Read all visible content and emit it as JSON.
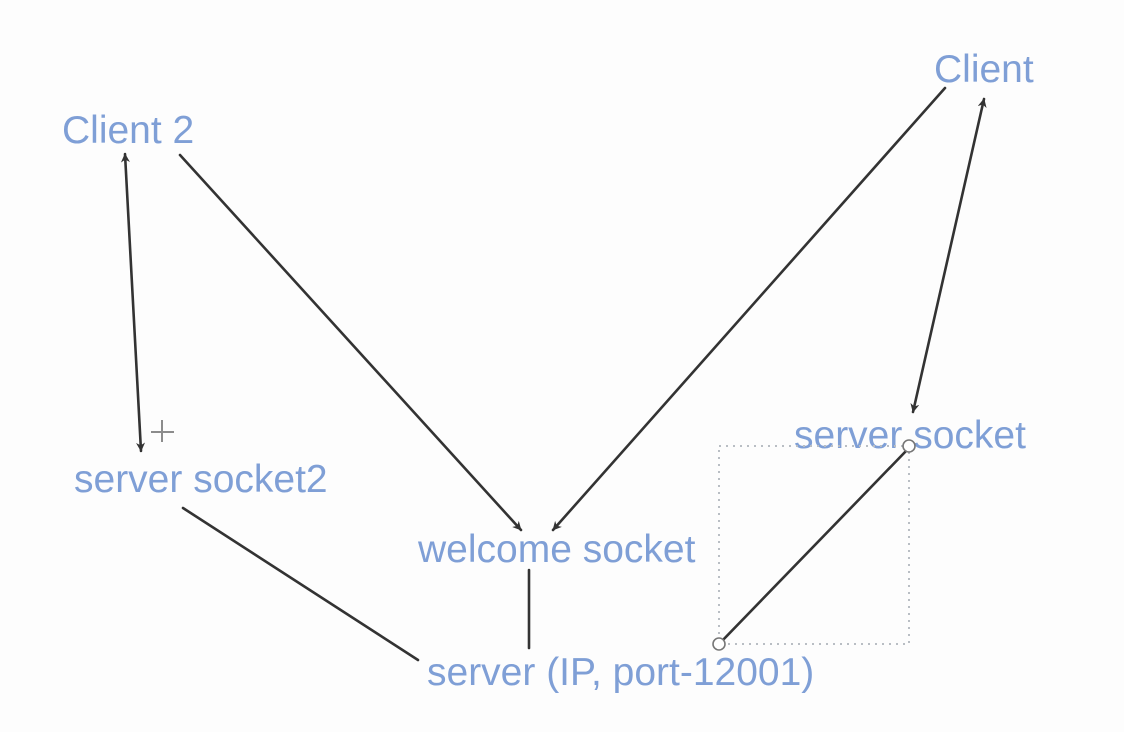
{
  "diagram": {
    "nodes": {
      "client2": "Client 2",
      "client": "Client",
      "server_socket2": "server socket2",
      "server_socket": "server socket",
      "welcome_socket": "welcome socket",
      "server": "server (IP, port-12001)"
    },
    "colors": {
      "label": "#7f9fd6",
      "edge": "#333333",
      "selection": "#b9bec4"
    },
    "icons": {
      "cursor": "move-cursor-icon",
      "handle": "resize-handle-icon"
    }
  }
}
